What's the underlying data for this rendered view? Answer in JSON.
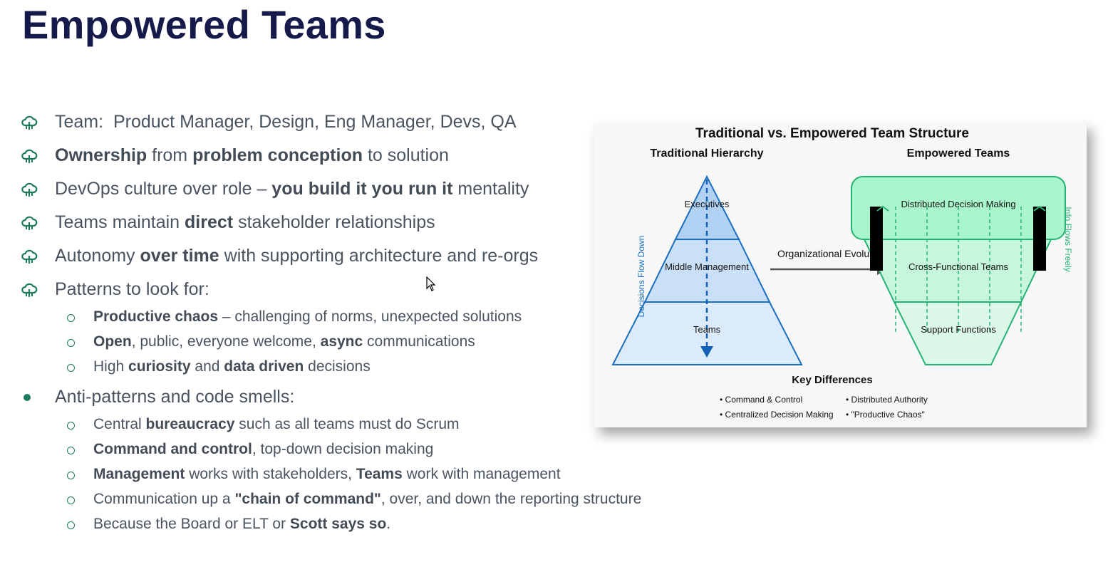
{
  "title": "Empowered Teams",
  "bullets": [
    {
      "level": 1,
      "marker": "cloud-icon",
      "parts": [
        {
          "t": "Team:  Product Manager, Design, Eng Manager, Devs, QA",
          "b": false
        }
      ]
    },
    {
      "level": 1,
      "marker": "cloud-icon",
      "parts": [
        {
          "t": "Ownership",
          "b": true
        },
        {
          "t": " from ",
          "b": false
        },
        {
          "t": "problem conception",
          "b": true
        },
        {
          "t": " to solution",
          "b": false
        }
      ]
    },
    {
      "level": 1,
      "marker": "cloud-icon",
      "parts": [
        {
          "t": "DevOps culture over role – ",
          "b": false
        },
        {
          "t": "you build it you run it",
          "b": true
        },
        {
          "t": " mentality",
          "b": false
        }
      ]
    },
    {
      "level": 1,
      "marker": "cloud-icon",
      "parts": [
        {
          "t": "Teams maintain ",
          "b": false
        },
        {
          "t": "direct",
          "b": true
        },
        {
          "t": " stakeholder relationships",
          "b": false
        }
      ]
    },
    {
      "level": 1,
      "marker": "cloud-icon",
      "parts": [
        {
          "t": "Autonomy ",
          "b": false
        },
        {
          "t": "over time",
          "b": true
        },
        {
          "t": " with supporting architecture and re-orgs",
          "b": false
        }
      ]
    },
    {
      "level": 1,
      "marker": "cloud-icon",
      "parts": [
        {
          "t": "Patterns to look for:",
          "b": false
        }
      ]
    },
    {
      "level": 2,
      "marker": "circle",
      "parts": [
        {
          "t": "Productive chaos",
          "b": true
        },
        {
          "t": " – challenging of norms, unexpected solutions",
          "b": false
        }
      ]
    },
    {
      "level": 2,
      "marker": "circle",
      "parts": [
        {
          "t": "Open",
          "b": true
        },
        {
          "t": ", public, everyone welcome, ",
          "b": false
        },
        {
          "t": "async",
          "b": true
        },
        {
          "t": " communications",
          "b": false
        }
      ]
    },
    {
      "level": 2,
      "marker": "circle",
      "parts": [
        {
          "t": "High ",
          "b": false
        },
        {
          "t": "curiosity",
          "b": true
        },
        {
          "t": " and ",
          "b": false
        },
        {
          "t": "data driven",
          "b": true
        },
        {
          "t": " decisions",
          "b": false
        }
      ]
    },
    {
      "level": 1,
      "marker": "dot",
      "parts": [
        {
          "t": "Anti-patterns and code smells:",
          "b": false
        }
      ]
    },
    {
      "level": 2,
      "marker": "circle",
      "parts": [
        {
          "t": "Central ",
          "b": false
        },
        {
          "t": "bureaucracy",
          "b": true
        },
        {
          "t": " such as all teams must do Scrum",
          "b": false
        }
      ]
    },
    {
      "level": 2,
      "marker": "circle",
      "parts": [
        {
          "t": "Command and control",
          "b": true
        },
        {
          "t": ", top-down decision making",
          "b": false
        }
      ]
    },
    {
      "level": 2,
      "marker": "circle",
      "parts": [
        {
          "t": "Management",
          "b": true
        },
        {
          "t": " works with stakeholders, ",
          "b": false
        },
        {
          "t": "Teams",
          "b": true
        },
        {
          "t": " work with management",
          "b": false
        }
      ]
    },
    {
      "level": 2,
      "marker": "circle",
      "parts": [
        {
          "t": "Communication up a ",
          "b": false
        },
        {
          "t": "\"chain of command\"",
          "b": true
        },
        {
          "t": ", over, and down the reporting structure",
          "b": false
        }
      ]
    },
    {
      "level": 2,
      "marker": "circle",
      "parts": [
        {
          "t": "Because the Board or ELT or ",
          "b": false
        },
        {
          "t": "Scott says so",
          "b": true
        },
        {
          "t": ".",
          "b": false
        }
      ]
    }
  ],
  "diagram": {
    "title": "Traditional vs. Empowered Team Structure",
    "left_heading": "Traditional Hierarchy",
    "right_heading": "Empowered Teams",
    "pyramid_levels": [
      "Executives",
      "Middle Management",
      "Teams"
    ],
    "left_side_label": "Decisions Flow Down",
    "arrow_label": "Organizational Evolution",
    "funnel_levels": [
      "Distributed Decision Making",
      "Cross-Functional Teams",
      "Support Functions"
    ],
    "right_side_label": "Info Flows Freely",
    "key_heading": "Key Differences",
    "key_left": [
      "• Command & Control",
      "• Centralized Decision Making"
    ],
    "key_right": [
      "• Distributed Authority",
      "• \"Productive Chaos\""
    ]
  },
  "colors": {
    "title": "#161a4a",
    "bullet_accent": "#1e7a5e",
    "pyramid_fill": "#c9e0f8",
    "pyramid_stroke": "#1a6fc0",
    "funnel_fill": "#c6f7dc",
    "funnel_stroke": "#25b373"
  }
}
